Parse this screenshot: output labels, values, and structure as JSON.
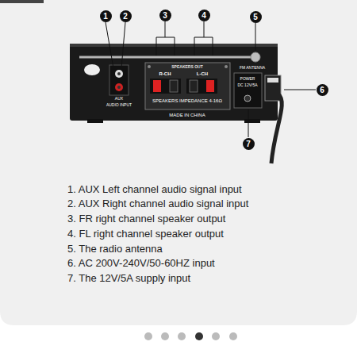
{
  "diagram": {
    "nodes": [
      {
        "text": [
          "1"
        ]
      },
      {
        "text": [
          "2"
        ]
      },
      {
        "text": [
          "3"
        ]
      },
      {
        "text": [
          "4"
        ]
      },
      {
        "text": [
          "5"
        ]
      },
      {
        "text": [
          "6"
        ]
      },
      {
        "text": [
          "7"
        ]
      }
    ],
    "labels": [
      "SPEAKERS OUT",
      "R-CH",
      "L-CH",
      "SPEAKERS IMPEDANCE 4-16Ω",
      "MADE IN CHINA",
      "FM ANTENNA",
      "AUX",
      "AUDIO INPUT",
      "POWER",
      "DC 12V/5A",
      "1. AUX Left channel audio signal input",
      "2. AUX Right channel audio signal input",
      "3. FR right channel speaker output",
      "4. FL right channel speaker output",
      "5. The radio antenna",
      "6. AC 200V-240V/50-60HZ input",
      "7. The 12V/5A supply input"
    ]
  }
}
